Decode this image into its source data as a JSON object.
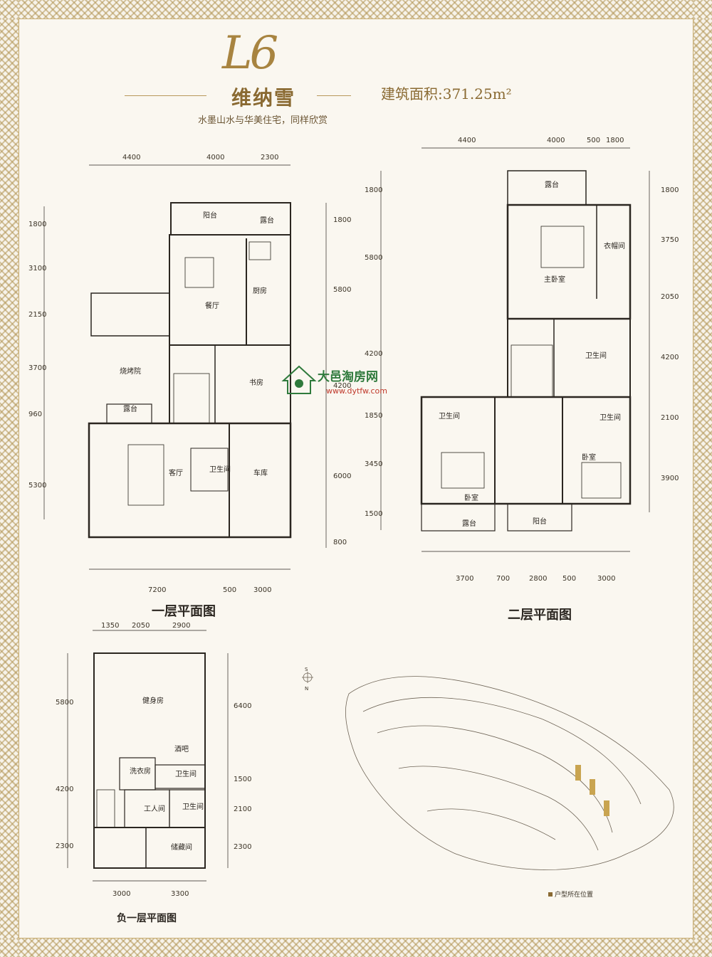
{
  "header": {
    "logo": "L6",
    "name": "维纳雪",
    "area": "建筑面积:371.25m²",
    "slogan": "水墨山水与华美住宅，同样欣赏"
  },
  "watermark": {
    "text": "大邑淘房网",
    "url": "www.dytfw.com"
  },
  "floor1": {
    "title": "一层平面图",
    "dims_top": [
      "4400",
      "4000",
      "2300"
    ],
    "dims_bottom": [
      "7200",
      "500",
      "3000"
    ],
    "dims_left": [
      "1800",
      "3100",
      "2150",
      "3700",
      "960",
      "5300"
    ],
    "dims_right": [
      "1800",
      "5800",
      "4200",
      "6000",
      "800"
    ],
    "rooms": {
      "balcony": "阳台",
      "terrace1": "露台",
      "dining": "餐厅",
      "kitchen": "厨房",
      "bbq": "烧烤院",
      "study": "书房",
      "terrace2": "露台",
      "living": "客厅",
      "bath": "卫生间",
      "garage": "车库"
    }
  },
  "floor2": {
    "title": "二层平面图",
    "dims_top": [
      "4400",
      "4000",
      "500",
      "1800"
    ],
    "dims_bottom": [
      "3700",
      "700",
      "2800",
      "500",
      "3000"
    ],
    "dims_left": [
      "1800",
      "5800",
      "4200",
      "1850",
      "3450",
      "1500"
    ],
    "dims_right": [
      "1800",
      "3750",
      "2050",
      "4200",
      "2100",
      "3900"
    ],
    "rooms": {
      "terrace_top": "露台",
      "master": "主卧室",
      "closet": "衣帽间",
      "bath_mid": "卫生间",
      "bath_left": "卫生间",
      "bath_right": "卫生间",
      "bed_left": "卧室",
      "bed_right": "卧室",
      "terrace_bottom": "露台",
      "balcony": "阳台"
    }
  },
  "basement": {
    "title": "负一层平面图",
    "dims_top": [
      "1350",
      "2050",
      "2900"
    ],
    "dims_bottom": [
      "3000",
      "3300"
    ],
    "dims_left": [
      "5800",
      "4200",
      "2300"
    ],
    "dims_right": [
      "6400",
      "1500",
      "2100",
      "2300"
    ],
    "rooms": {
      "gym": "健身房",
      "bar": "酒吧",
      "laundry": "洗衣房",
      "bath1": "卫生间",
      "worker": "工人间",
      "bath2": "卫生间",
      "storage": "储藏间"
    }
  },
  "sitemap": {
    "compass_s": "S",
    "compass_n": "N",
    "legend": "户型所在位置"
  },
  "colors": {
    "gold": "#a88440",
    "wall": "#2b2620",
    "watermark_green": "#2f7a3c",
    "watermark_red": "#c0392b"
  }
}
